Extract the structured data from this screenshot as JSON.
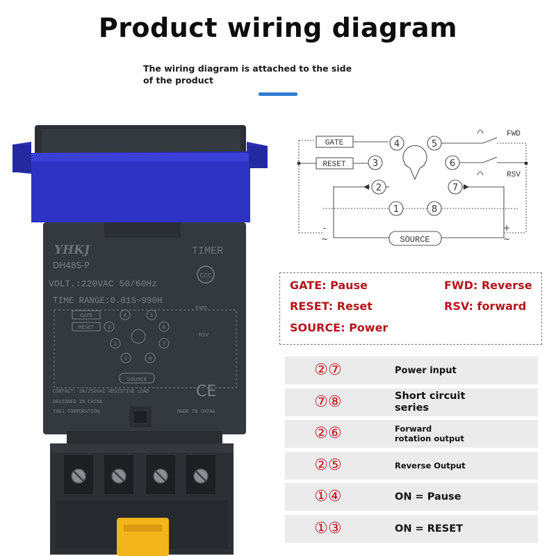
{
  "header": {
    "title": "Product wiring diagram",
    "subtitle_line1": "The wiring diagram is attached to the side",
    "subtitle_line2": "of the product"
  },
  "product": {
    "brand": "YHKJ",
    "label": "TIMER",
    "model": "DH48S-P",
    "volt": "VOLT.:220VAC 50/60Hz",
    "range": "TIME RANGE:0.01S~990H",
    "contact": "CONTACT:  3A/250VAC RESISTIVE LOAD",
    "designed": "DESIGNED IN CHINA",
    "corp": "YHKJ CORPORATION",
    "made": "MADE IN CHINA",
    "ccc": "CCC",
    "ce": "CE"
  },
  "wiring": {
    "gate": "GATE",
    "reset": "RESET",
    "source": "SOURCE",
    "fwd": "FWD",
    "rsv": "RSV",
    "pins": [
      "1",
      "2",
      "3",
      "4",
      "5",
      "6",
      "7",
      "8"
    ],
    "minus": "-",
    "plus": "+",
    "ac": "~"
  },
  "legend": {
    "gate": "GATE: Pause",
    "fwd": "FWD: Reverse",
    "reset": "RESET: Reset",
    "rsv": "RSV: forward",
    "source": "SOURCE: Power"
  },
  "rows": [
    {
      "pins": "②⑦",
      "desc": "Power input"
    },
    {
      "pins": "⑦⑧",
      "desc_line1": "Short circuit",
      "desc_line2": "series"
    },
    {
      "pins": "②⑥",
      "desc_line1": "Forward",
      "desc_line2": "rotation output"
    },
    {
      "pins": "②⑤",
      "desc": "Reverse Output"
    },
    {
      "pins": "①④",
      "desc": "ON = Pause"
    },
    {
      "pins": "①③",
      "desc": "ON = RESET"
    }
  ],
  "colors": {
    "accent_blue": "#2f7dd1",
    "legend_red": "#b5141c",
    "pin_red": "#c8141e",
    "clip_blue": "#2b2fb5",
    "body_dark": "#343940",
    "socket_yellow": "#f2b51c"
  }
}
